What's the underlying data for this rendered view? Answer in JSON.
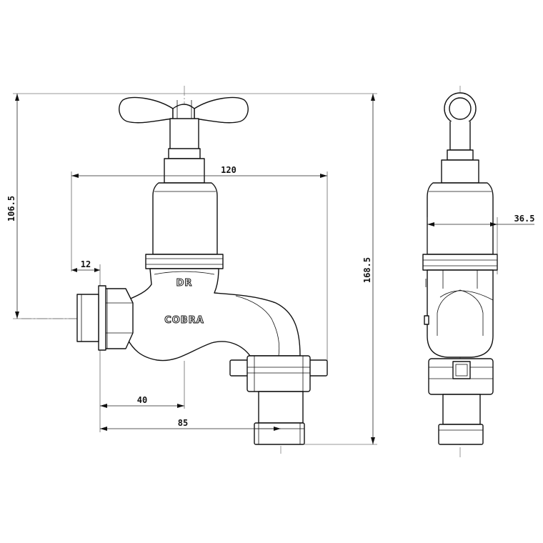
{
  "dimensions": {
    "total_height": "168.5",
    "inlet_to_handle_top": "106.5",
    "width_120": "120",
    "inlet_thread": "12",
    "centerline_40": "40",
    "depth_85": "85",
    "side_width": "36.5"
  },
  "markings": {
    "top": "DR",
    "brand": "COBRA"
  }
}
